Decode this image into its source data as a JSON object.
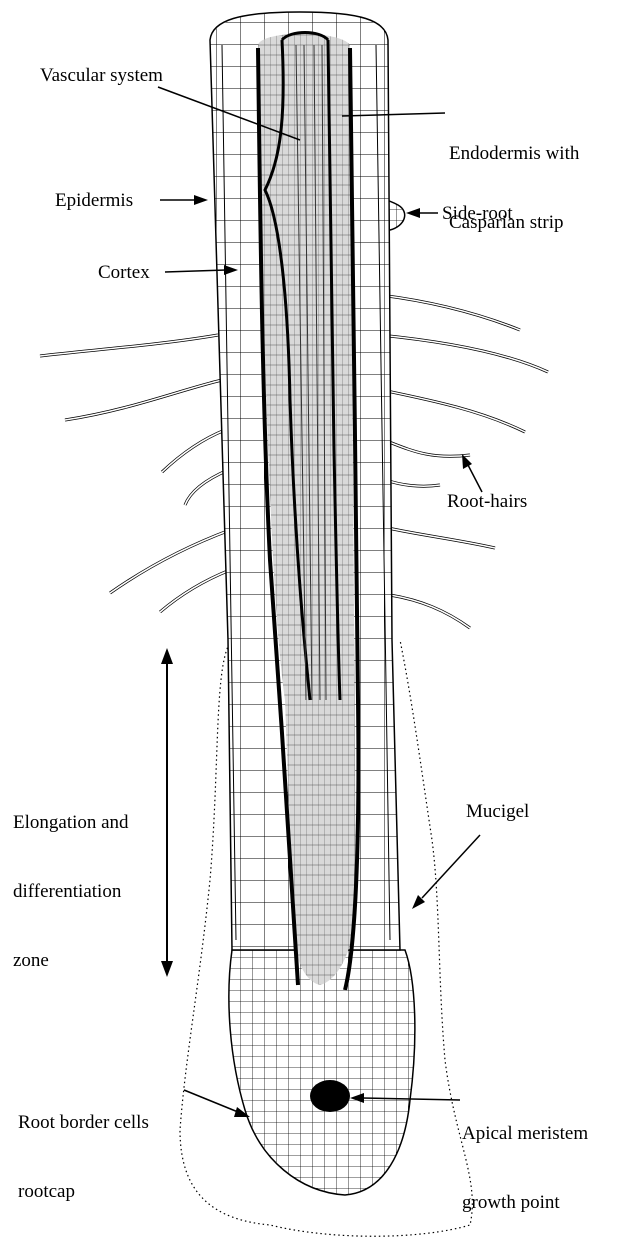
{
  "labels": {
    "vascular_system": "Vascular system",
    "endodermis_line1": "Endodermis with",
    "endodermis_line2": "Casparian strip",
    "epidermis": "Epidermis",
    "side_root": "Side-root",
    "cortex": "Cortex",
    "root_hairs": "Root-hairs",
    "elongation_line1": "Elongation and",
    "elongation_line2": "differentiation",
    "elongation_line3": "zone",
    "mucigel": "Mucigel",
    "border_line1": "Root border cells",
    "border_line2": "rootcap",
    "apical_line1": "Apical meristem",
    "apical_line2": "growth point"
  },
  "colors": {
    "ink": "#000000",
    "stele_fill": "#d9d9d9",
    "background": "#ffffff"
  }
}
